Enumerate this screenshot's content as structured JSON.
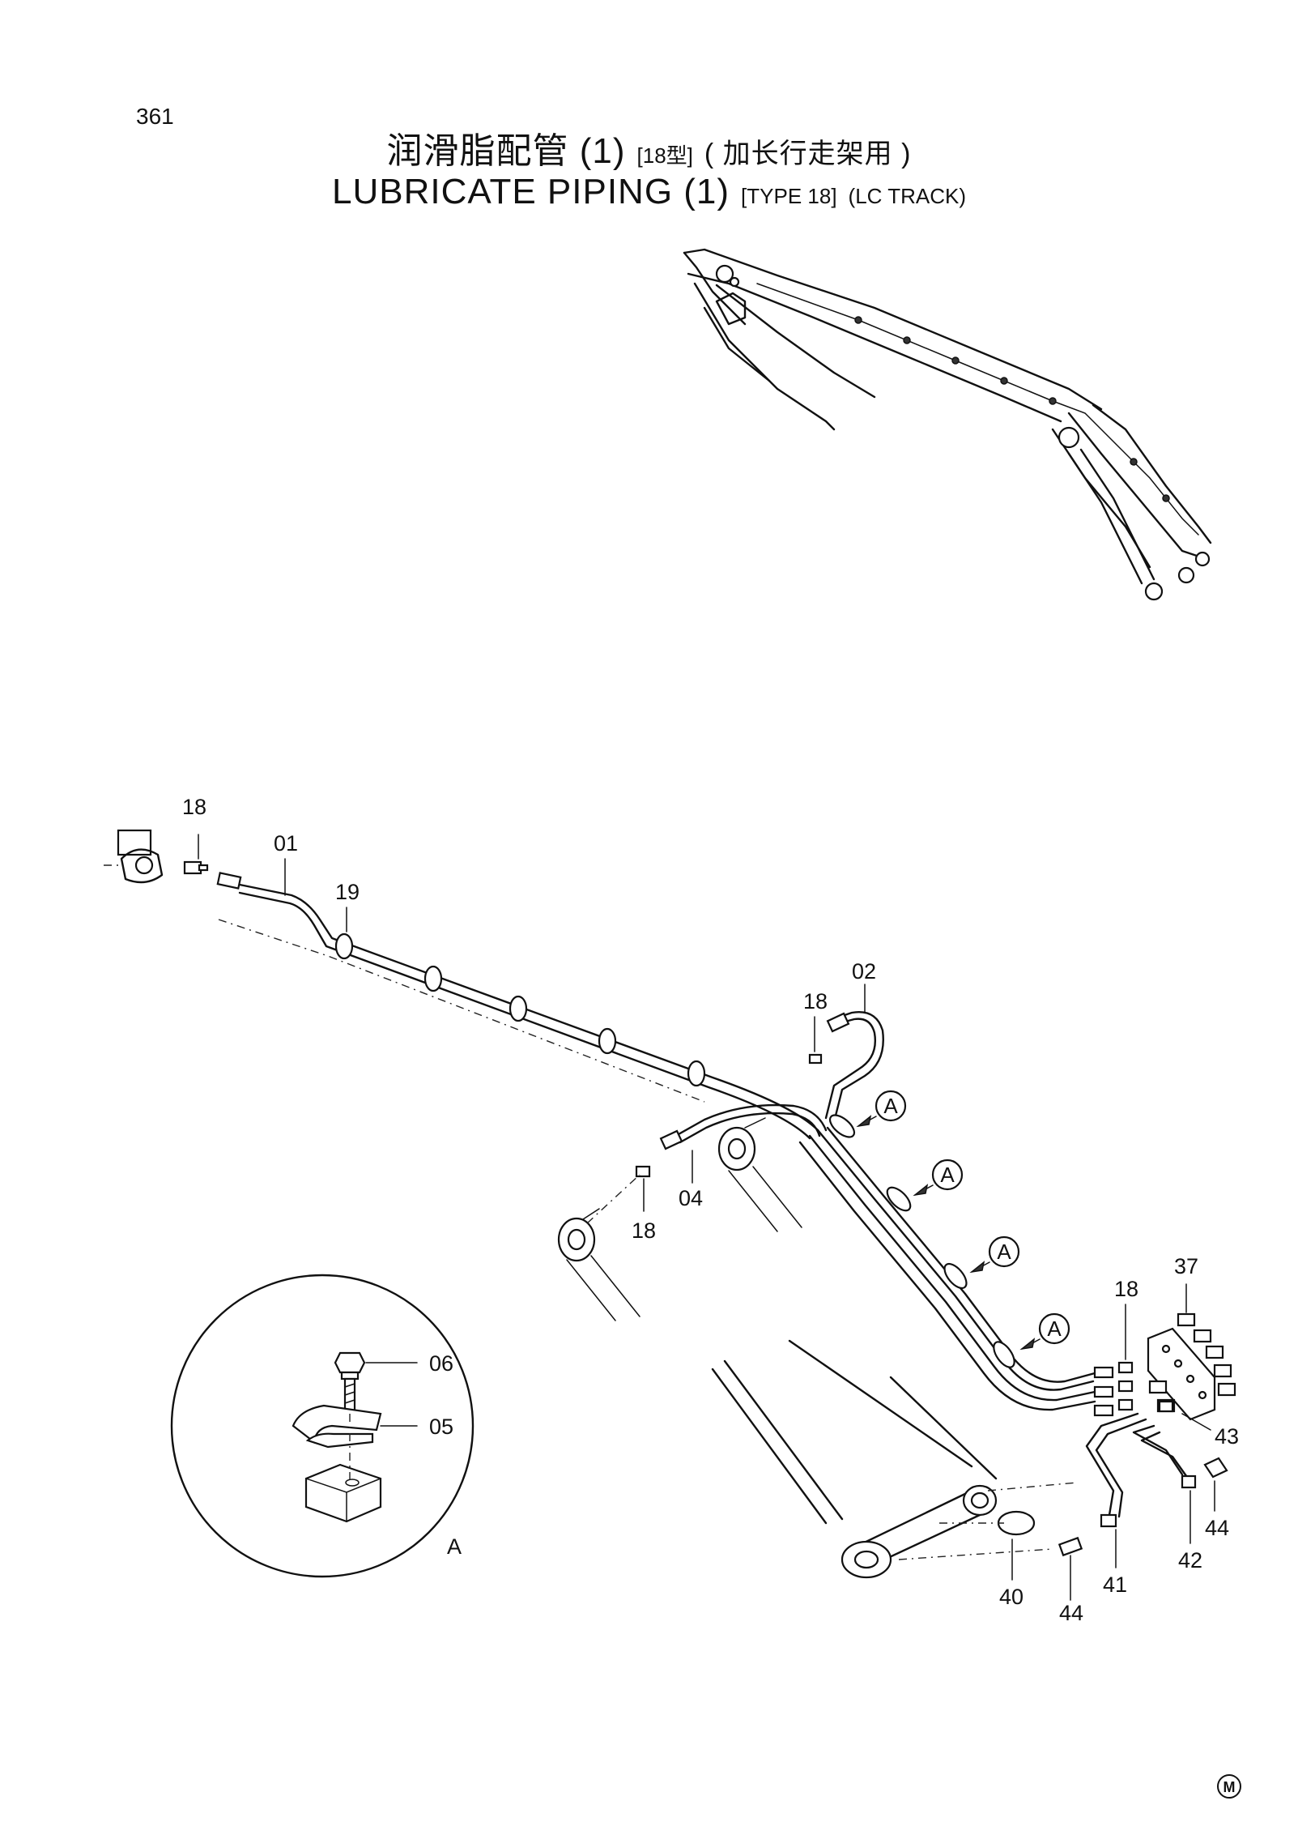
{
  "page_number": "361",
  "title_cn": {
    "main": "润滑脂配管 (1)",
    "type": "[18型]",
    "variant": "( 加长行走架用 )"
  },
  "title_en": {
    "main": "LUBRICATE PIPING (1)",
    "type": "[TYPE 18]",
    "variant": "(LC TRACK)"
  },
  "part_labels": {
    "p18a": "18",
    "p01": "01",
    "p19": "19",
    "p18b": "18",
    "p02": "02",
    "p18c": "18",
    "p04": "04",
    "p06": "06",
    "p05": "05",
    "p37": "37",
    "p18d": "18",
    "p43": "43",
    "p42": "42",
    "p44a": "44",
    "p40": "40",
    "p44b": "44",
    "p41": "41"
  },
  "callouts": {
    "A1": "A",
    "A2": "A",
    "A3": "A",
    "A4": "A",
    "detail": "A"
  },
  "manufacturer_mark": "M"
}
